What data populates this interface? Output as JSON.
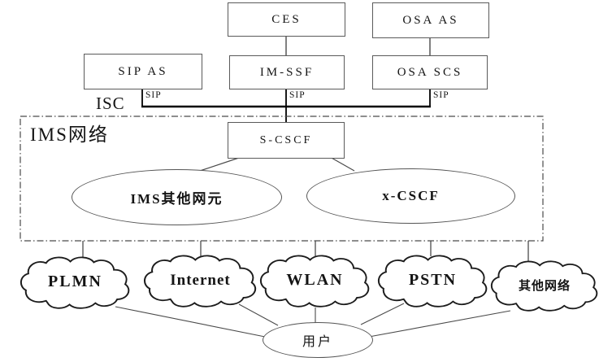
{
  "colors": {
    "background": "#ffffff",
    "thin_line": "#4a4a4a",
    "bus_line": "#000000",
    "cloud_stroke": "#1c1c1c",
    "box_border": "#5a5a5a",
    "text": "#141414"
  },
  "top_boxes": {
    "ces": "CES",
    "osa_as": "OSA AS"
  },
  "as_layer": {
    "sip_as": "SIP AS",
    "im_ssf": "IM-SSF",
    "osa_scs": "OSA SCS"
  },
  "interfaces": {
    "isc": "ISC",
    "sip_labels": [
      "SIP",
      "SIP",
      "SIP"
    ]
  },
  "ims_network": {
    "label": "IMS网络",
    "s_cscf": "S-CSCF",
    "ims_other_elements": "IMS其他网元",
    "x_cscf": "x-CSCF"
  },
  "access_clouds": [
    {
      "label": "PLMN"
    },
    {
      "label": "Internet"
    },
    {
      "label": "WLAN"
    },
    {
      "label": "PSTN"
    },
    {
      "label": "其他网络"
    }
  ],
  "user_node": {
    "label": "用户"
  }
}
